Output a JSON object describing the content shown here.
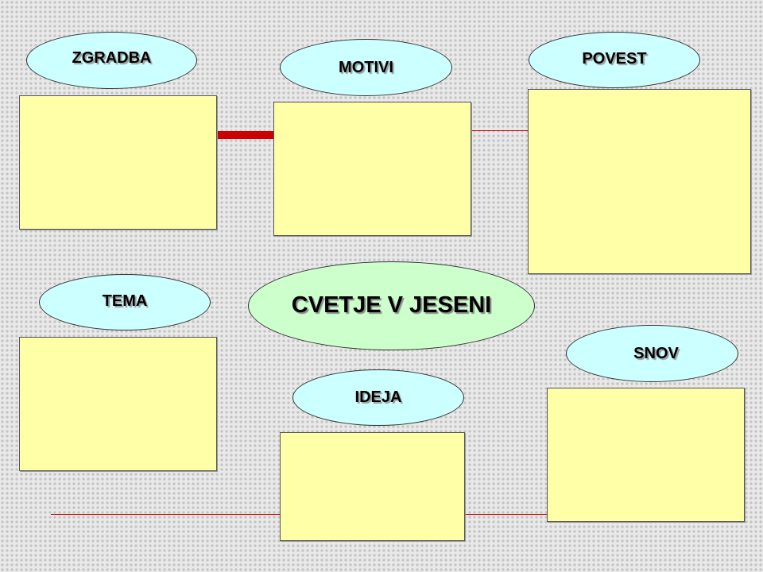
{
  "diagram": {
    "center": "CVETJE V JESENI",
    "nodes": {
      "zgradba": "ZGRADBA",
      "motivi": "MOTIVI",
      "povest": "POVEST",
      "tema": "TEMA",
      "snov": "SNOV",
      "ideja": "IDEJA"
    }
  },
  "colors": {
    "box_fill": "#ffffa8",
    "oval_fill": "#ccffff",
    "center_fill": "#ccffcc",
    "connector": "#cc0000"
  }
}
